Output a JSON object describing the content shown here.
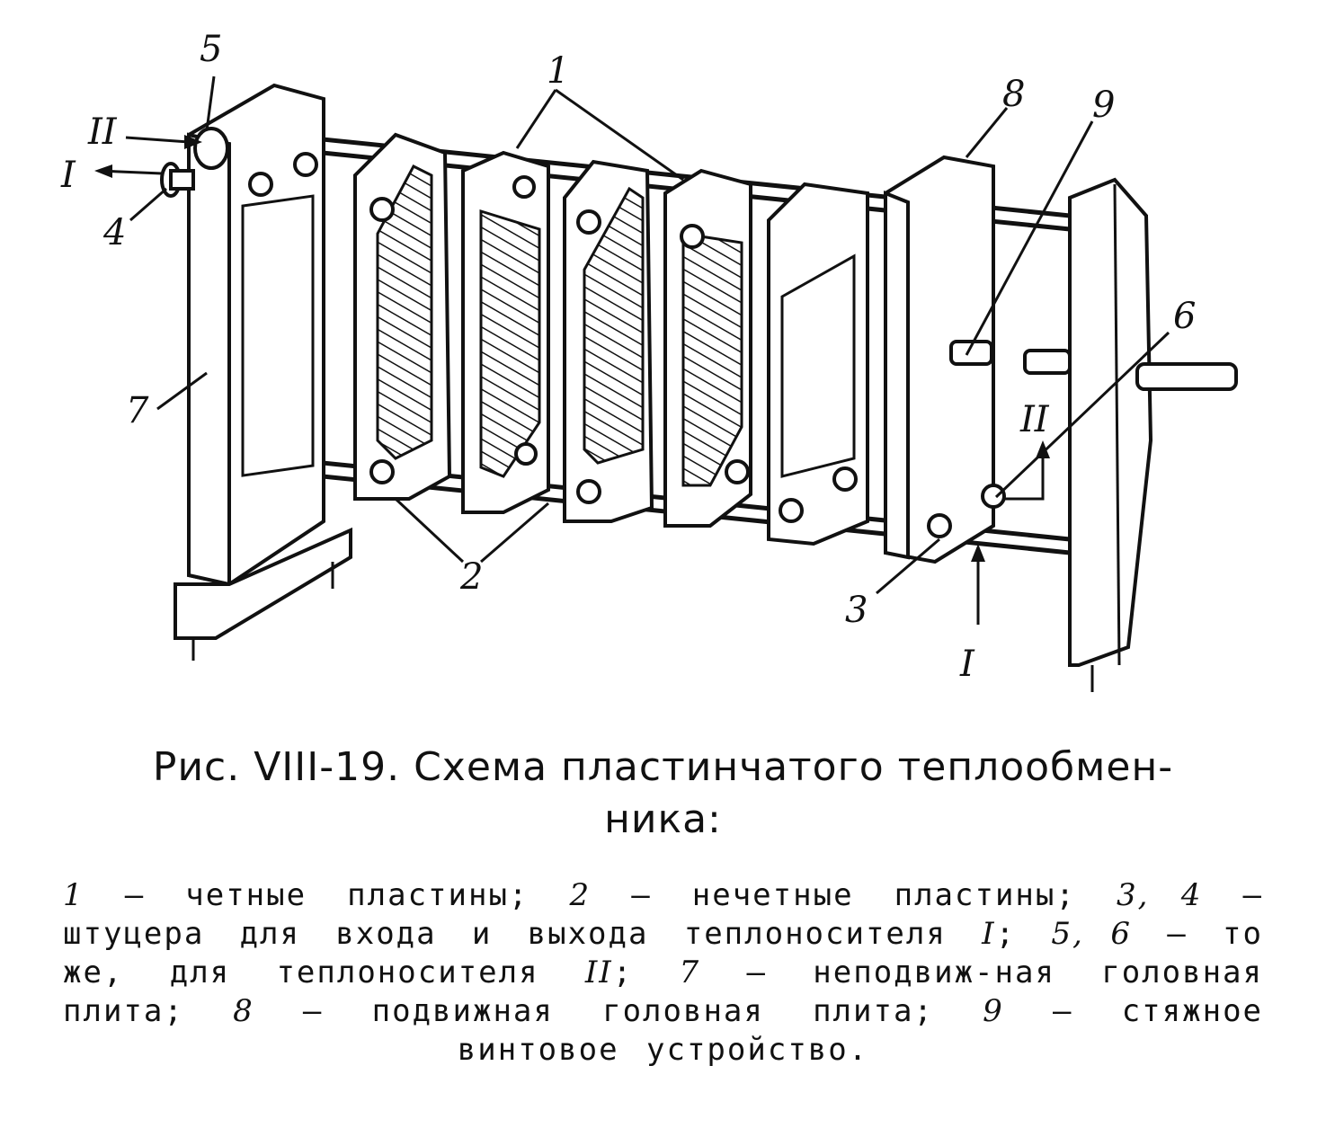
{
  "figure": {
    "labels": {
      "l1_top": "1",
      "l1_left": "I",
      "l1_bottom": "I",
      "l2": "2",
      "l3": "3",
      "l4": "4",
      "l5": "5",
      "l6": "6",
      "l7": "7",
      "l8": "8",
      "l9": "9",
      "lII_left": "II",
      "lII_right": "II"
    }
  },
  "caption": {
    "title_line1": "Рис. VIII-19. Схема пластинчатого теплообмен-",
    "title_line2": "ника:",
    "legend": [
      {
        "num": "1",
        "text": " — четные пластины; "
      },
      {
        "num": "2",
        "text": " — нечетные пластины; "
      },
      {
        "num": "3, 4",
        "text": " — штуцера для входа и выхода теплоносителя "
      },
      {
        "num": "I",
        "text": "; "
      },
      {
        "num": "5, 6",
        "text": " — то же, для теплоносителя "
      },
      {
        "num": "II",
        "text": "; "
      },
      {
        "num": "7",
        "text": " — неподвиж-ная головная плита; "
      },
      {
        "num": "8",
        "text": " — подвижная головная плита; "
      },
      {
        "num": "9",
        "text": " — стяжное винтовое устройство."
      }
    ]
  }
}
